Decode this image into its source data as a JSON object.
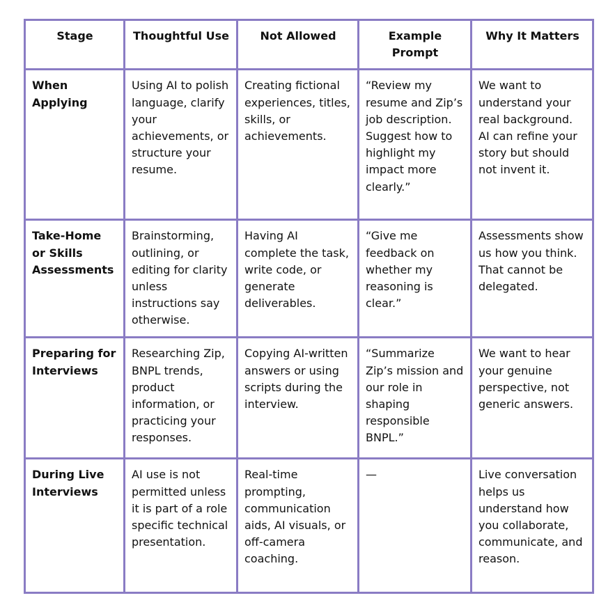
{
  "headers": [
    "Stage",
    "Thoughtful Use",
    "Not Allowed",
    "Example Prompt",
    "Why It Matters"
  ],
  "rows": [
    {
      "stage": "When Applying",
      "thoughtful_use": "Using AI to polish language, clarify your achievements, or structure your resume.",
      "not_allowed": "Creating fictional experiences, titles, skills, or achievements.",
      "example_prompt": "“Review my resume and Zip’s job description. Suggest how to highlight my impact more clearly.”",
      "why_it_matters": "We want to understand your real background. AI can refine your story but should not invent it."
    },
    {
      "stage": "Take-Home or Skills Assessments",
      "thoughtful_use": "Brainstorming, outlining, or editing for clarity unless instructions say otherwise.",
      "not_allowed": "Having AI complete the task, write code, or generate deliverables.",
      "example_prompt": "“Give me feedback on whether my reasoning is clear.”",
      "why_it_matters": "Assessments show us how you think. That cannot be delegated."
    },
    {
      "stage": "Preparing for Interviews",
      "thoughtful_use": "Researching Zip, BNPL trends, product information, or practicing your responses.",
      "not_allowed": "Copying AI-written answers or using scripts during the interview.",
      "example_prompt": "“Summarize Zip’s mission and our role in shaping responsible BNPL.”",
      "why_it_matters": "We want to hear your genuine perspective, not generic answers."
    },
    {
      "stage": "During Live Interviews",
      "thoughtful_use": "AI use is not permitted unless it is part of a role specific technical presentation.",
      "not_allowed": "Real-time prompting, communication aids, AI visuals, or off-camera coaching.",
      "example_prompt": "—",
      "why_it_matters": "Live conversation helps us understand how you collaborate, communicate, and reason."
    }
  ]
}
